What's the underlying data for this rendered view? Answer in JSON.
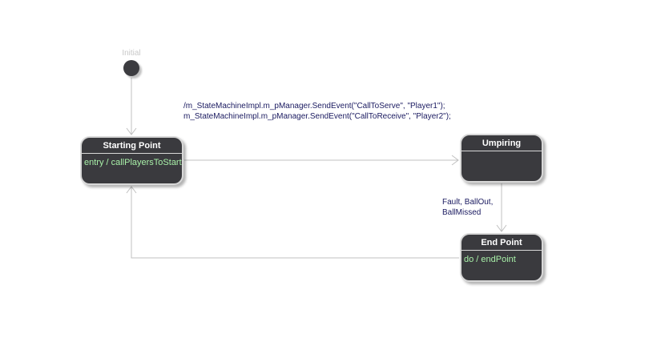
{
  "initial": {
    "label": "Initial"
  },
  "states": {
    "starting": {
      "name": "Starting Point",
      "activity": "entry / callPlayersToStart"
    },
    "umpiring": {
      "name": "Umpiring",
      "activity": ""
    },
    "end": {
      "name": "End Point",
      "activity": "do / endPoint"
    }
  },
  "transitions": {
    "start_to_umpiring": {
      "effect_line1": "/m_StateMachineImpl.m_pManager.SendEvent(\"CallToServe\", \"Player1\");",
      "effect_line2": "m_StateMachineImpl.m_pManager.SendEvent(\"CallToReceive\", \"Player2\");"
    },
    "umpiring_to_end": {
      "trigger_line1": "Fault, BallOut,",
      "trigger_line2": "BallMissed"
    }
  },
  "colors": {
    "state_fill": "#3a3a3e",
    "state_border": "#d8d8d8",
    "state_name": "#ffffff",
    "activity_text": "#a8f0a8",
    "edge_line": "#c0c0c0",
    "edge_label": "#1a1a60",
    "initial_label": "#c8c8c8"
  }
}
